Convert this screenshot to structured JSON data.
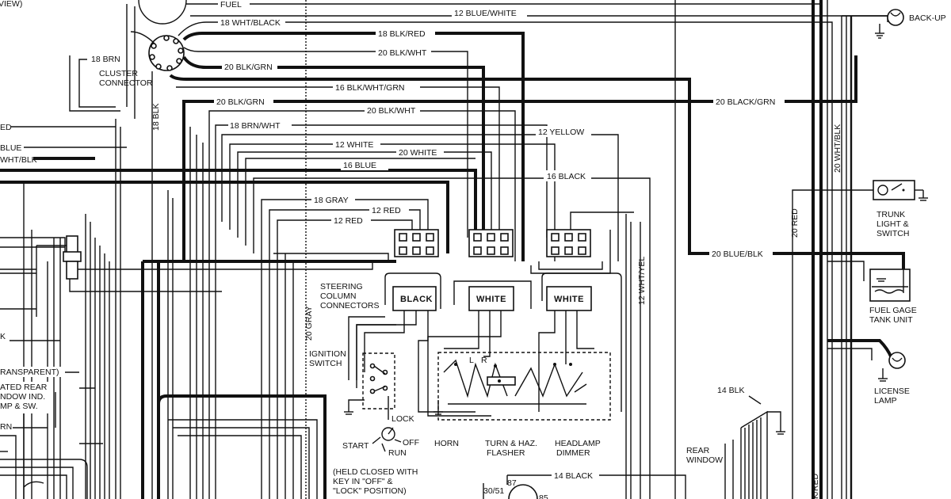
{
  "wire_labels": {
    "fuel": "FUEL",
    "blue_white_12": "12 BLUE/WHITE",
    "wht_black_18": "18 WHT/BLACK",
    "blk_red_18": "18 BLK/RED",
    "blk_wht_20": "20 BLK/WHT",
    "brn_18": "18 BRN",
    "blk_grn_20_a": "20 BLK/GRN",
    "blk_wht_grn_16": "16 BLK/WHT/GRN",
    "blk_grn_20_b": "20 BLK/GRN",
    "blk_wht_20_b": "20 BLK/WHT",
    "black_grn_20": "20 BLACK/GRN",
    "brn_wht_18": "18 BRN/WHT",
    "yellow_12": "12 YELLOW",
    "white_12": "12 WHITE",
    "white_20": "20 WHITE",
    "blue_16": "16 BLUE",
    "black_16": "16 BLACK",
    "gray_18": "18 GRAY",
    "red_12_a": "12 RED",
    "red_12_b": "12 RED",
    "blue_blk_20": "20 BLUE/BLK",
    "red_20": "20 RED",
    "wht_blk_20": "20 WHT/BLK",
    "blk_18": "18 BLK",
    "wht_yel_12": "12 WHT/YEL",
    "gray_20": "20 GRAY",
    "blk_14": "14 BLK",
    "black_14": "14 BLACK",
    "blk_red_vert": "K/RED"
  },
  "components": {
    "backup": "BACK-UP",
    "cluster_connector_1": "CLUSTER",
    "cluster_connector_2": "CONNECTOR",
    "trunk_1": "TRUNK",
    "trunk_2": "LIGHT &",
    "trunk_3": "SWITCH",
    "fuel_gage_1": "FUEL GAGE",
    "fuel_gage_2": "TANK UNIT",
    "license_1": "LICENSE",
    "license_2": "LAMP",
    "rear_window_1": "REAR",
    "rear_window_2": "WINDOW",
    "steering_1": "STEERING",
    "steering_2": "COLUMN",
    "steering_3": "CONNECTORS",
    "ignition_1": "IGNITION",
    "ignition_2": "SWITCH",
    "lock": "LOCK",
    "off": "OFF",
    "run": "RUN",
    "start": "START",
    "held_1": "(HELD CLOSED WITH",
    "held_2": "KEY IN \"OFF\" &",
    "held_3": "\"LOCK\" POSITION)",
    "horn": "HORN",
    "turn_1": "TURN & HAZ.",
    "turn_2": "FLASHER",
    "headlamp_1": "HEADLAMP",
    "headlamp_2": "DIMMER",
    "relay_3051": "30/51",
    "relay_87": "87",
    "relay_85": "85"
  },
  "connectors": {
    "black": "BLACK",
    "white_1": "WHITE",
    "white_2": "WHITE"
  },
  "left_cut": {
    "view": "VIEW)",
    "ed": "ED",
    "blue": "BLUE",
    "wht_blk": "WHT/BLK",
    "k": "K",
    "transparent": "RANSPARENT)",
    "heated_1": "ATED REAR",
    "heated_2": "NDOW IND.",
    "heated_3": "MP & SW.",
    "rn": "RN"
  },
  "switch_letters": {
    "l": "L",
    "r": "R"
  }
}
